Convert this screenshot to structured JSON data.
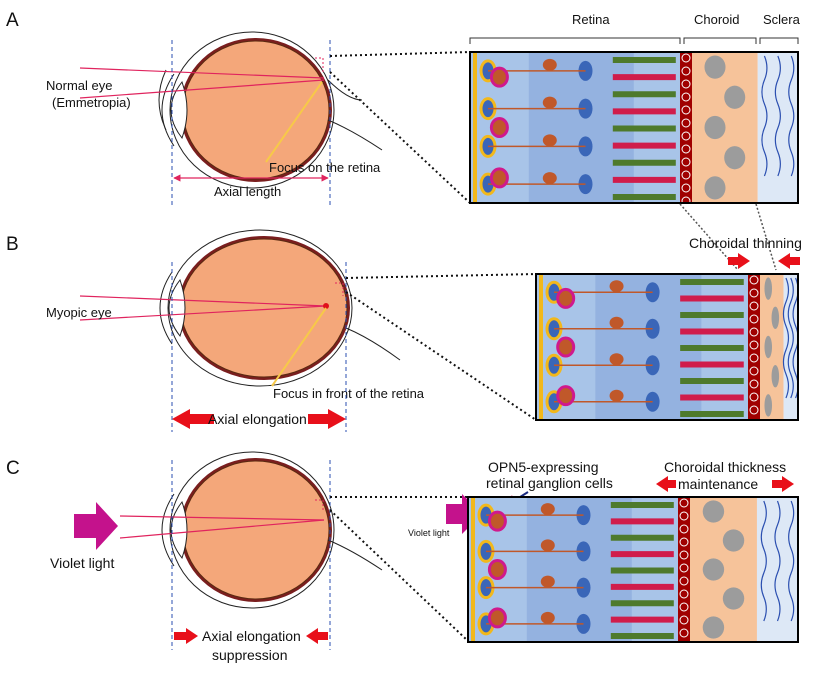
{
  "panels": {
    "a": {
      "letter": "A",
      "eye_label_1": "Normal eye",
      "eye_label_2": "(Emmetropia)",
      "focus_label": "Focus on the retina",
      "axis_label": "Axial length",
      "layer_labels": {
        "retina": "Retina",
        "choroid": "Choroid",
        "sclera": "Sclera"
      }
    },
    "b": {
      "letter": "B",
      "eye_label": "Myopic eye",
      "focus_label": "Focus in front of the retina",
      "axis_label": "Axial elongation",
      "choroid_label": "Choroidal thinning"
    },
    "c": {
      "letter": "C",
      "light_label": "Violet light",
      "axis_label_1": "Axial elongation",
      "axis_label_2": "suppression",
      "cells_label_1": "OPN5-expressing",
      "cells_label_2": "retinal ganglion cells",
      "small_light_label": "Violet light",
      "choroid_label_1": "Choroidal thickness",
      "choroid_label_2": "maintenance"
    }
  },
  "colors": {
    "lens_body": "#F4A77A",
    "ray": "#E0245E",
    "focus_line": "#F7C948",
    "arrow_red": "#E8101A",
    "violet": "#C4128C",
    "retina_bg": "#A8C4E8",
    "retina_dark": "#7FA0D8",
    "choroid": "#F6C39A",
    "sclera": "#DDE8F6",
    "ganglion": "#D0198C",
    "bipolar": "#C0582A",
    "amacrine": "#3A66B8",
    "rod": "#4E7A2C",
    "cone": "#D01C4B",
    "rpe": "#A00000",
    "vessel": "#9C9C9C",
    "nerve_yellow": "#F2B81B"
  }
}
